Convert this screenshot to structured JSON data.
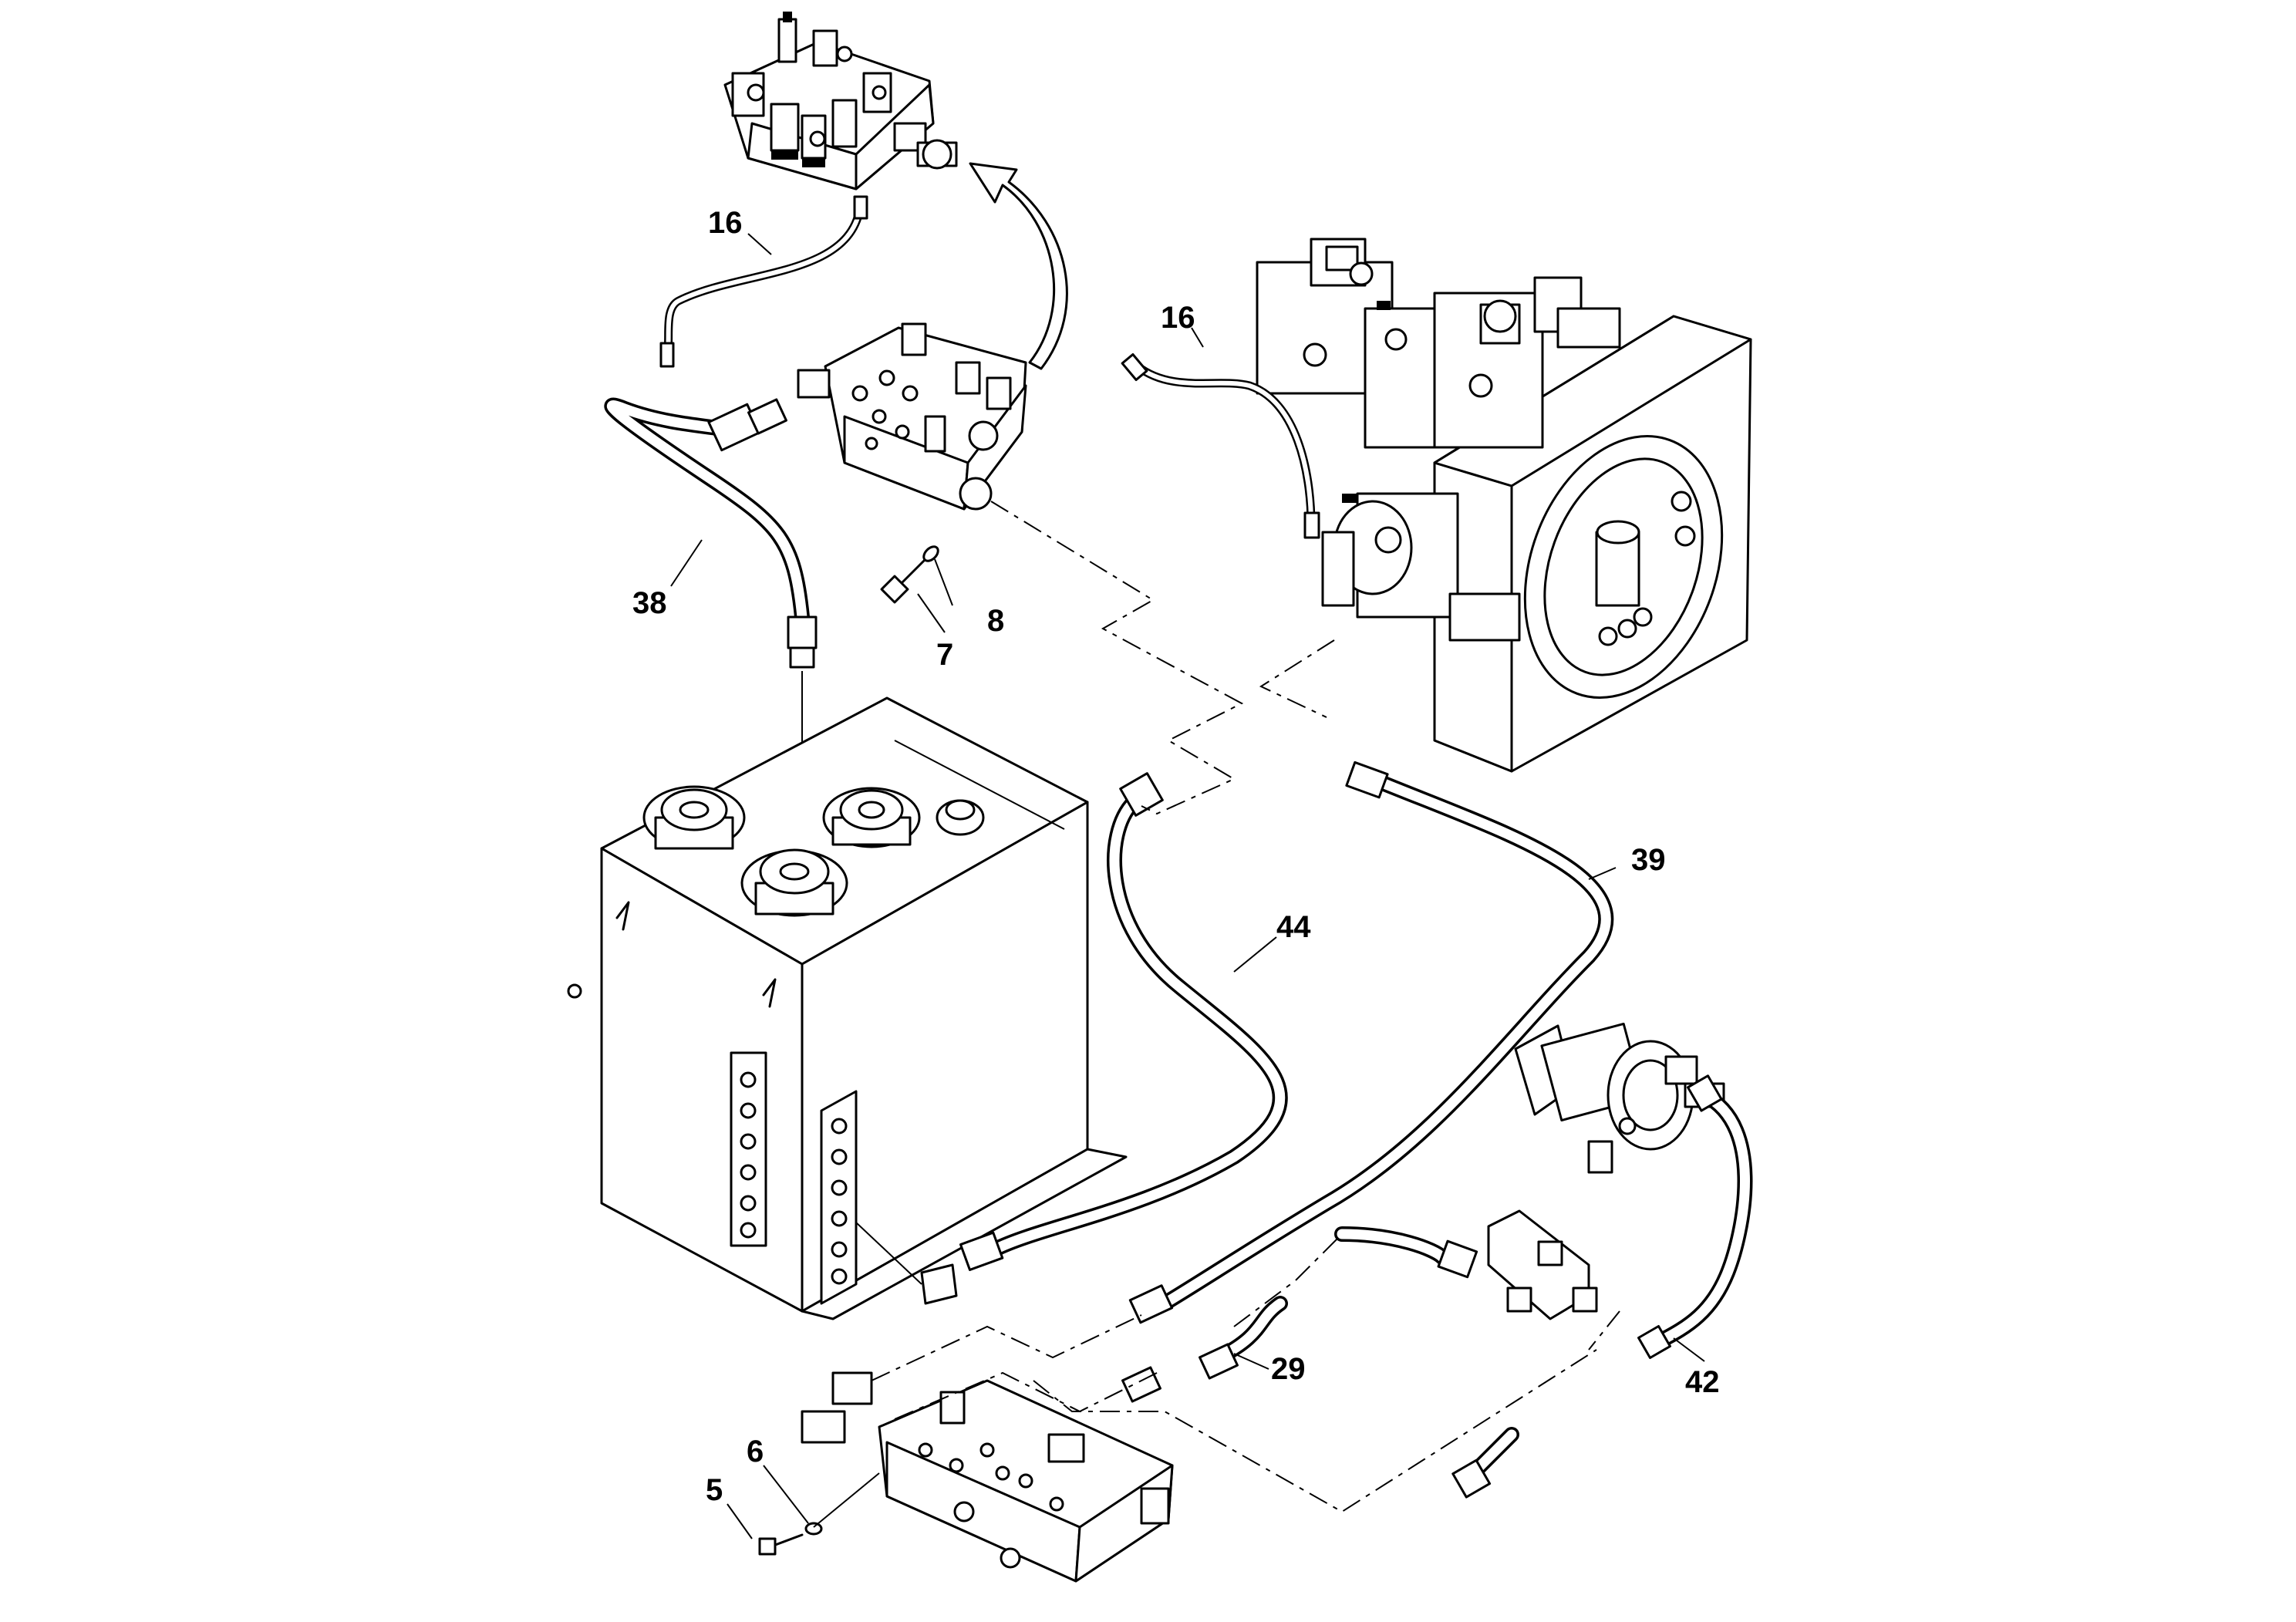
{
  "callouts": {
    "c16_top": "16",
    "c16_right": "16",
    "c38": "38",
    "c7": "7",
    "c8": "8",
    "c39": "39",
    "c44": "44",
    "c29": "29",
    "c42": "42",
    "c5": "5",
    "c6": "6"
  }
}
